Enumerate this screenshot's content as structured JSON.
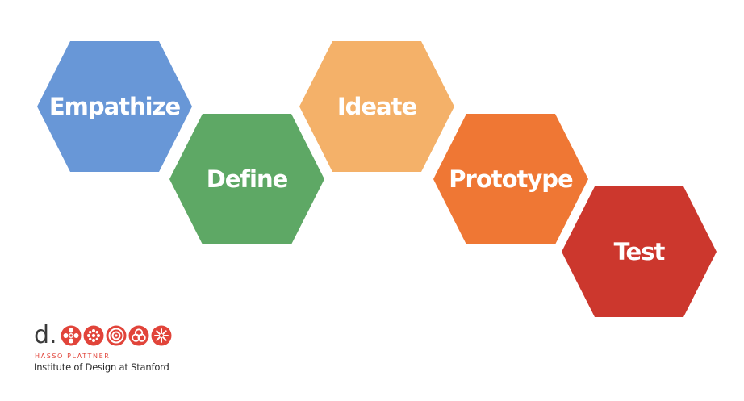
{
  "diagram": {
    "stages": [
      {
        "label": "Empathize",
        "color": "#6897d7",
        "icon": "hexagon"
      },
      {
        "label": "Define",
        "color": "#5ea865",
        "icon": "hexagon"
      },
      {
        "label": "Ideate",
        "color": "#f4b169",
        "icon": "hexagon"
      },
      {
        "label": "Prototype",
        "color": "#ef7734",
        "icon": "hexagon"
      },
      {
        "label": "Test",
        "color": "#cc372d",
        "icon": "hexagon"
      }
    ]
  },
  "logo": {
    "mark_text": "d.",
    "line1": "HASSO PLATTNER",
    "line2": "Institute of Design at Stanford",
    "accent_color": "#e1443a",
    "icons": [
      "flower-circle-icon",
      "dotted-circle-icon",
      "target-circle-icon",
      "triangle-circle-icon",
      "star-circle-icon"
    ]
  }
}
